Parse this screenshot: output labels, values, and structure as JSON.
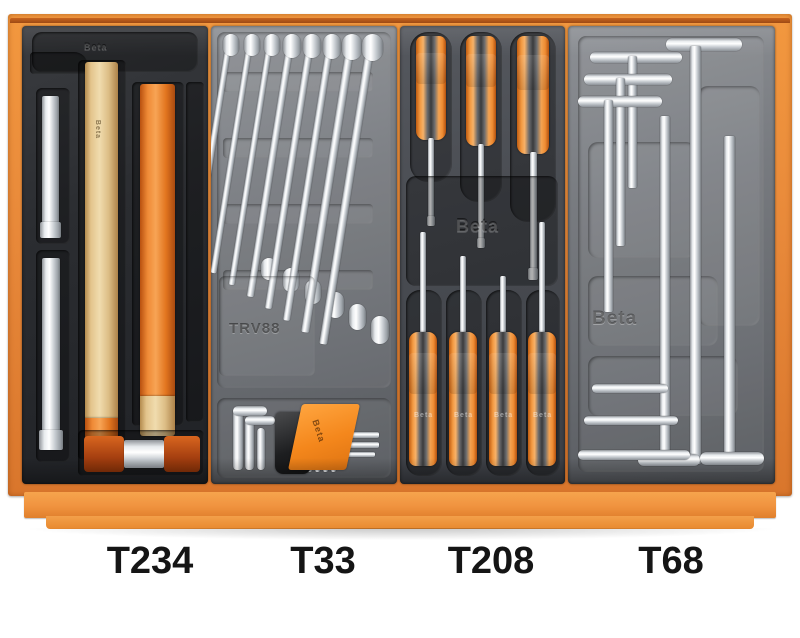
{
  "product": {
    "type": "tool-drawer-module-set",
    "brand_emboss": "Beta",
    "drawer_color": "#ef8f36"
  },
  "labels": [
    {
      "id": "t234",
      "text": "T234"
    },
    {
      "id": "t33",
      "text": "T33"
    },
    {
      "id": "t208",
      "text": "T208"
    },
    {
      "id": "t68",
      "text": "T68"
    }
  ],
  "trays": [
    {
      "code": "T234",
      "tray_color": "#2b2d31",
      "emboss": "Beta",
      "contents": [
        {
          "name": "claw-hammer",
          "handle": "wood"
        },
        {
          "name": "soft-face-mallet",
          "handle": "orange"
        },
        {
          "name": "flat-chisel-large",
          "handle": "steel"
        },
        {
          "name": "flat-chisel-small",
          "handle": "steel"
        },
        {
          "name": "pin-punch",
          "handle": "steel"
        }
      ]
    },
    {
      "code": "T33",
      "tray_color": "#787b80",
      "emboss": "TRV88",
      "contents": [
        {
          "name": "combination-wrench-set",
          "count": 8
        },
        {
          "name": "hex-key-set",
          "count": 9,
          "holder_color": "#f58a1f"
        }
      ]
    },
    {
      "code": "T208",
      "tray_color": "#4a4d53",
      "emboss": "Beta",
      "contents": [
        {
          "name": "screwdriver-phillips-set",
          "count": 3
        },
        {
          "name": "screwdriver-slotted-set",
          "count": 4
        }
      ]
    },
    {
      "code": "T68",
      "tray_color": "#5b5e64",
      "emboss": "Beta",
      "contents": [
        {
          "name": "t-handle-hex-wrench-set",
          "count": 6
        }
      ]
    }
  ]
}
